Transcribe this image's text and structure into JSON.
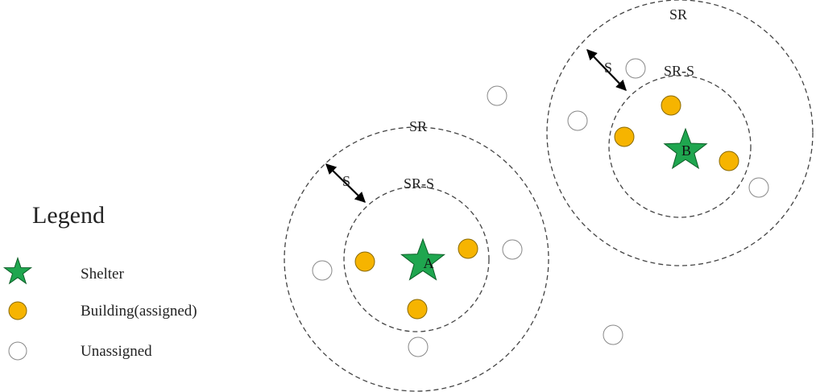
{
  "legend": {
    "title": "Legend",
    "items": [
      {
        "symbol": "star-icon",
        "label": "Shelter"
      },
      {
        "symbol": "filled-circle-icon",
        "label": "Building(assigned)"
      },
      {
        "symbol": "empty-circle-icon",
        "label": "Unassigned"
      }
    ]
  },
  "labels": {
    "outer_ring": "SR",
    "inner_ring": "SR-S",
    "gap": "S"
  },
  "shelters": [
    {
      "letter": "A"
    },
    {
      "letter": "B"
    }
  ],
  "colors": {
    "shelter": "#1fa64f",
    "shelter_stroke": "#0d5e27",
    "building_assigned": "#f6b400",
    "building_stroke": "#8a6a00",
    "unassigned_fill": "#ffffff",
    "unassigned_stroke": "#888888",
    "ring": "#444444",
    "arrow": "#000000"
  }
}
